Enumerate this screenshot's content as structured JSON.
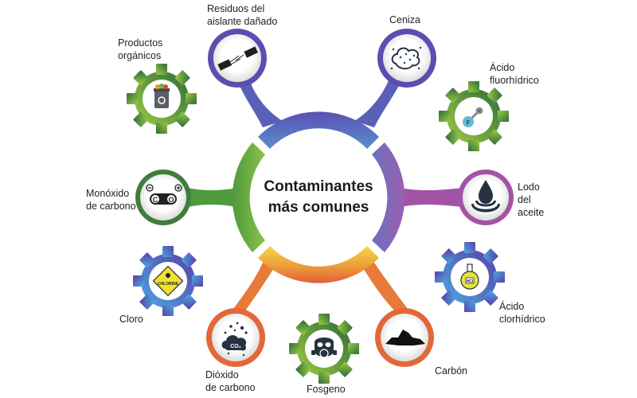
{
  "center": {
    "title": "Contaminantes\nmás comunes"
  },
  "colors": {
    "blue_top": "#5b6bbf",
    "purple_right": "#8a5fb0",
    "yellow_bottom": "#f0d040",
    "orange_bottom": "#e2683a",
    "green_left": "#7ab54a",
    "dark_green": "#3f7d3a",
    "gear_blue": "#4f5fc0",
    "icon_dark": "#263242"
  },
  "items": [
    {
      "id": "residuos",
      "label": "Residuos del\naislante dañado",
      "shape": "pin",
      "color": "#5a4fb0",
      "icon": "broken-cable-icon"
    },
    {
      "id": "ceniza",
      "label": "Ceniza",
      "shape": "pin",
      "color": "#5a4fb0",
      "icon": "ash-cloud-icon"
    },
    {
      "id": "productos",
      "label": "Productos\norgánicos",
      "shape": "gear",
      "color": "#4f8f3e",
      "icon": "organic-trash-bin-icon"
    },
    {
      "id": "fluorhidrico",
      "label": "Ácido\nfluorhídrico",
      "shape": "gear",
      "color": "#4f8f3e",
      "icon": "hf-molecule-icon",
      "icon_text": [
        "F",
        "H"
      ]
    },
    {
      "id": "monoxido",
      "label": "Monóxido\nde carbono",
      "shape": "pin",
      "color": "#3f7d3a",
      "icon": "co-molecule-icon",
      "icon_text": "C=O"
    },
    {
      "id": "lodo",
      "label": "Lodo\ndel\naceite",
      "shape": "pin",
      "color": "#a353a6",
      "icon": "oil-drop-icon"
    },
    {
      "id": "cloro",
      "label": "Cloro",
      "shape": "gear",
      "color": "#4f5fc0",
      "icon": "chlorine-warning-sign-icon",
      "icon_text": "CHLORINE"
    },
    {
      "id": "clorhidrico",
      "label": "Ácido\nclorhídrico",
      "shape": "gear",
      "color": "#4f5fc0",
      "icon": "hcl-flask-icon",
      "icon_text": "HCl"
    },
    {
      "id": "dioxido",
      "label": "Dióxido\nde carbono",
      "shape": "pin",
      "color": "#e2683a",
      "icon": "co2-cloud-icon",
      "icon_text": "CO2"
    },
    {
      "id": "fosgeno",
      "label": "Fosgeno",
      "shape": "gear",
      "color": "#4f8f3e",
      "icon": "gas-mask-icon"
    },
    {
      "id": "carbon",
      "label": "Carbón",
      "shape": "pin",
      "color": "#e2683a",
      "icon": "coal-icon"
    }
  ]
}
